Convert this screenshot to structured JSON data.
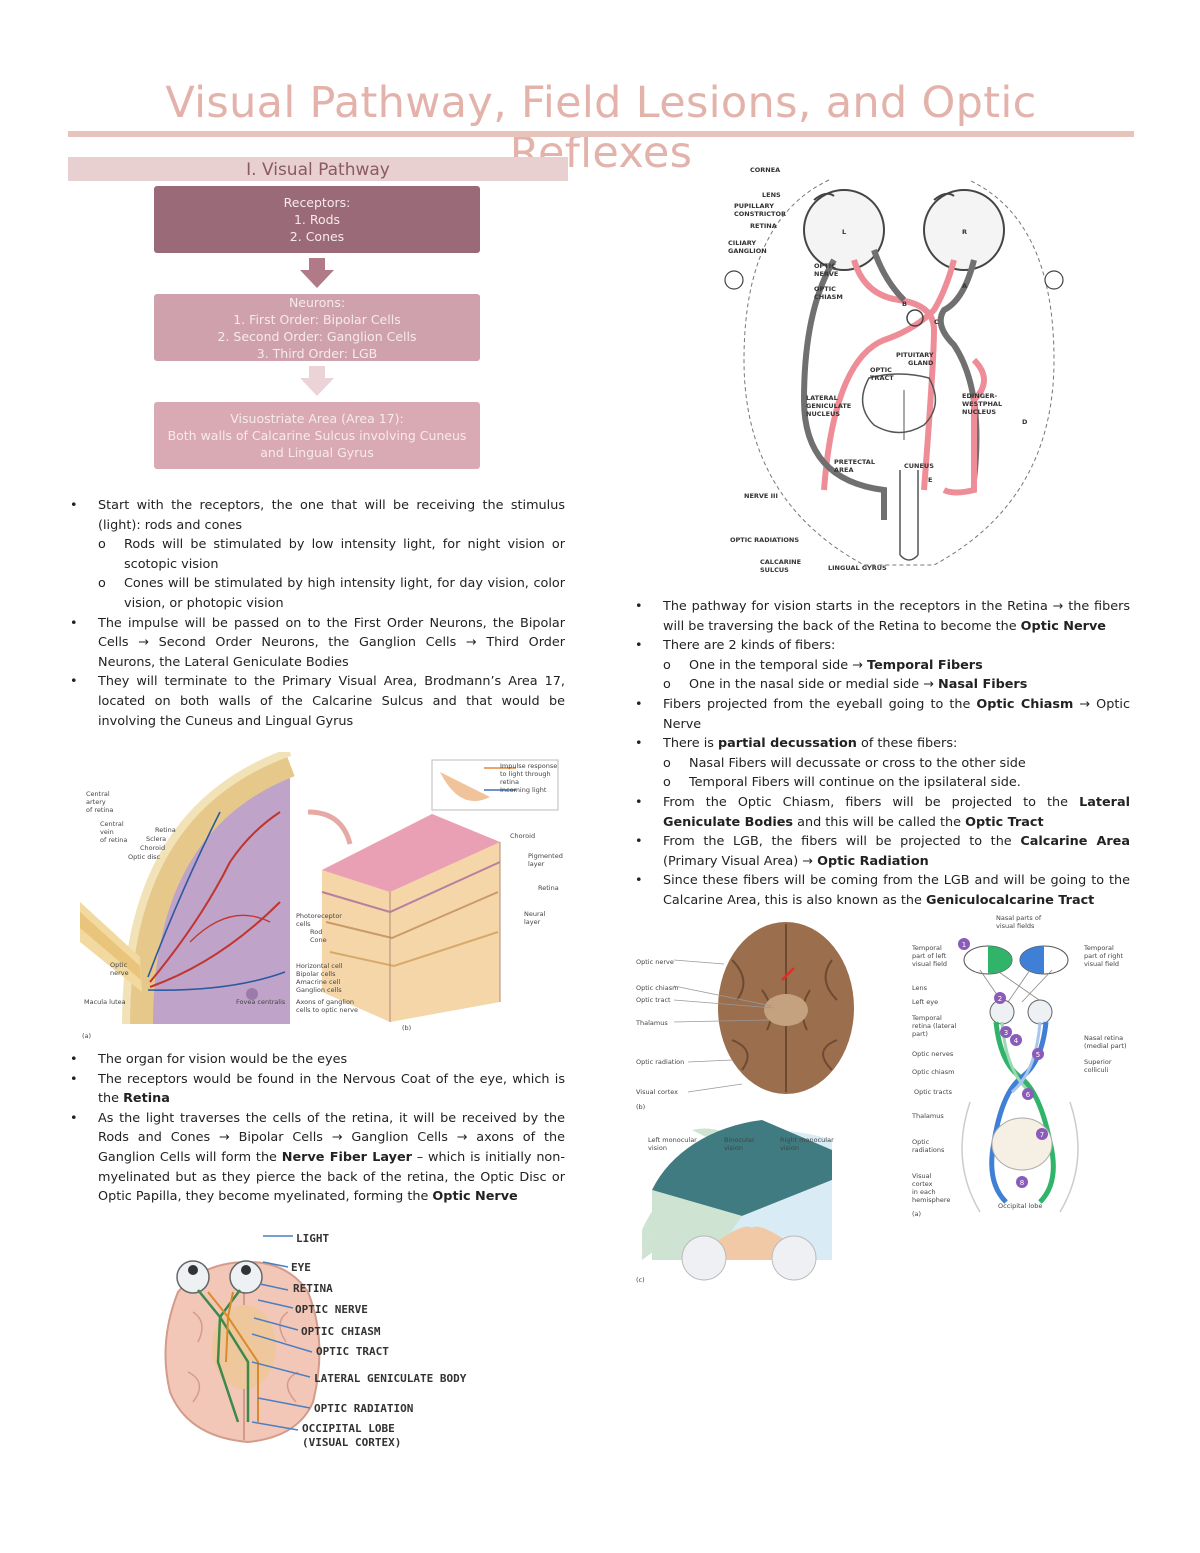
{
  "title": "Visual Pathway, Field Lesions, and Optic Reflexes",
  "section_heading": "I. Visual Pathway",
  "flowchart": {
    "box1": [
      "Receptors:",
      "1. Rods",
      "2. Cones"
    ],
    "box2": [
      "Neurons:",
      "1. First Order: Bipolar Cells",
      "2. Second Order: Ganglion Cells",
      "3. Third Order: LGB"
    ],
    "box3": [
      "Visuostriate Area (Area 17):",
      "Both walls of Calcarine Sulcus involving Cuneus",
      "and Lingual Gyrus"
    ]
  },
  "left_bullets_1": {
    "b1": "Start with the receptors, the one that will be receiving the stimulus (light): rods and cones",
    "b1a": "Rods will be stimulated by low intensity light, for night vision or scotopic vision",
    "b1b": "Cones will be stimulated by high intensity light, for day vision, color vision, or photopic vision",
    "b2": "The impulse will be passed on to the First Order Neurons, the Bipolar Cells → Second Order Neurons, the Ganglion Cells → Third Order Neurons, the Lateral Geniculate Bodies",
    "b3": "They will terminate to the Primary Visual Area, Brodmann’s Area 17, located on both walls of the Calcarine Sulcus and that would be involving the Cuneus and Lingual Gyrus"
  },
  "left_bullets_2": {
    "b1": "The organ for vision would be the eyes",
    "b2_pre": "The receptors would be found in the Nervous Coat of the eye, which is the ",
    "b2_bold": "Retina",
    "b3_pre": "As the light traverses the cells of the retina, it will be received by the Rods and Cones → Bipolar Cells → Ganglion Cells → axons of the Ganglion Cells will form the ",
    "b3_bold1": "Nerve Fiber Layer",
    "b3_mid": " – which is initially non-myelinated but as they pierce the back of the retina, the Optic Disc or Optic Papilla, they become myelinated, forming the ",
    "b3_bold2": "Optic Nerve"
  },
  "right_bullets": {
    "b1_pre": "The pathway for vision starts in the receptors in the Retina → the fibers will be traversing the back of the Retina to become the ",
    "b1_bold": "Optic Nerve",
    "b2": "There are 2 kinds of fibers:",
    "b2a_pre": "One in the temporal side → ",
    "b2a_bold": "Temporal Fibers",
    "b2b_pre": "One in the nasal side or medial side → ",
    "b2b_bold": "Nasal Fibers",
    "b3_pre": "Fibers projected from the eyeball going to the ",
    "b3_bold": "Optic Chiasm",
    "b3_post": " → Optic Nerve",
    "b4_pre": "There is ",
    "b4_bold": "partial decussation",
    "b4_post": " of these fibers:",
    "b4a": "Nasal Fibers will decussate or cross to the other side",
    "b4b": "Temporal Fibers will continue on the ipsilateral side.",
    "b5_pre": "From the Optic Chiasm, fibers will be projected to the ",
    "b5_bold1": "Lateral Geniculate Bodies",
    "b5_mid": " and this will be called the ",
    "b5_bold2": "Optic Tract",
    "b6_pre": "From the LGB, the fibers will be projected to the ",
    "b6_bold1": "Calcarine Area",
    "b6_mid": " (Primary Visual Area) → ",
    "b6_bold2": "Optic Radiation",
    "b7_pre": "Since these fibers will be coming from the LGB and will be going to the Calcarine Area, this is also known as the ",
    "b7_bold": "Geniculocalcarine Tract"
  },
  "fig_pathway_labels": {
    "cornea": "CORNEA",
    "lens": "LENS",
    "pupillary": "PUPILLARY",
    "constrictor": "CONSTRICTOR",
    "retina": "RETINA",
    "ciliary": "CILIARY",
    "ganglion": "GANGLION",
    "optic_nerve1": "OPTIC",
    "optic_nerve2": "NERVE",
    "optic_chiasm1": "OPTIC",
    "optic_chiasm2": "CHIASM",
    "pituitary1": "PITUITARY",
    "pituitary2": "GLAND",
    "optic_tract1": "OPTIC",
    "optic_tract2": "TRACT",
    "lgn1": "LATERAL",
    "lgn2": "GENICULATE",
    "lgn3": "NUCLEUS",
    "ew1": "EDINGER-",
    "ew2": "WESTPHAL",
    "ew3": "NUCLEUS",
    "pretectal1": "PRETECTAL",
    "pretectal2": "AREA",
    "cuneus": "CUNEUS",
    "nerve3": "NERVE III",
    "radiations": "OPTIC RADIATIONS",
    "calcarine1": "CALCARINE",
    "calcarine2": "SULCUS",
    "lingual": "LINGUAL GYRUS",
    "L": "L",
    "R": "R",
    "A": "A",
    "B": "B",
    "C": "C",
    "D": "D",
    "E": "E"
  },
  "fig_retina_labels": {
    "central_artery": [
      "Central",
      "artery",
      "of retina"
    ],
    "central_vein": [
      "Central",
      "vein",
      "of retina"
    ],
    "retina": "Retina",
    "sclera": "Sclera",
    "choroid": "Choroid",
    "optic_disc": "Optic disc",
    "optic_nerve": [
      "Optic",
      "nerve"
    ],
    "macula": "Macula lutea",
    "fovea": "Fovea centralis",
    "inset1": "Impulse response",
    "inset2": "to light through",
    "inset3": "retina",
    "inset4": "Incoming light",
    "choroid_r": "Choroid",
    "pigmented": [
      "Pigmented",
      "layer"
    ],
    "retina_r": "Retina",
    "neural": [
      "Neural",
      "layer"
    ],
    "photoreceptor": [
      "Photoreceptor",
      "cells"
    ],
    "rod": "Rod",
    "cone": "Cone",
    "horizontal": "Horizontal cell",
    "bipolar": "Bipolar cells",
    "amacrine": "Amacrine cell",
    "ganglion": "Ganglion cells",
    "axons": [
      "Axons of ganglion",
      "cells to optic nerve"
    ],
    "a": "(a)",
    "b": "(b)"
  },
  "fig_sketch_labels": [
    "LIGHT",
    "EYE",
    "RETINA",
    "OPTIC NERVE",
    "OPTIC CHIASM",
    "OPTIC TRACT",
    "LATERAL GENICULATE BODY",
    "OPTIC RADIATION",
    "OCCIPITAL LOBE",
    "(VISUAL CORTEX)"
  ],
  "fig_brain_labels": {
    "optic_nerve": "Optic nerve",
    "optic_chiasm": "Optic chiasm",
    "optic_tract": "Optic tract",
    "thalamus": "Thalamus",
    "optic_radiation": "Optic radiation",
    "visual_cortex": "Visual cortex",
    "b": "(b)",
    "left_mono": [
      "Left monocular",
      "vision"
    ],
    "binocular": [
      "Binocular",
      "vision"
    ],
    "right_mono": [
      "Right monocular",
      "vision"
    ],
    "c": "(c)"
  },
  "fig_fields_labels": {
    "nasal_parts": [
      "Nasal parts of",
      "visual fields"
    ],
    "temporal_left": [
      "Temporal",
      "part of left",
      "visual field"
    ],
    "temporal_right": [
      "Temporal",
      "part of right",
      "visual field"
    ],
    "lens": "Lens",
    "left_eye": "Left eye",
    "temporal_retina": [
      "Temporal",
      "retina (lateral",
      "part)"
    ],
    "nasal_retina": [
      "Nasal retina",
      "(medial part)"
    ],
    "optic_nerves": "Optic nerves",
    "optic_chiasm": "Optic chiasm",
    "superior": [
      "Superior",
      "colliculi"
    ],
    "optic_tracts": "Optic tracts",
    "thalamus": "Thalamus",
    "optic_radiations": [
      "Optic",
      "radiations"
    ],
    "visual_cortex": [
      "Visual",
      "cortex",
      "in each",
      "hemisphere"
    ],
    "occipital": "Occipital lobe",
    "a": "(a)",
    "numbers": [
      "1",
      "2",
      "3",
      "4",
      "5",
      "6",
      "7",
      "8"
    ]
  },
  "colors": {
    "title": "#e3b3ab",
    "box1": "#9b6a78",
    "box2": "#cfa1ad",
    "box3": "#d9aab3",
    "pathway_red": "#ef8f98",
    "pathway_gray": "#707070",
    "field_green": "#2fb46a",
    "field_blue": "#3f7fd6"
  }
}
